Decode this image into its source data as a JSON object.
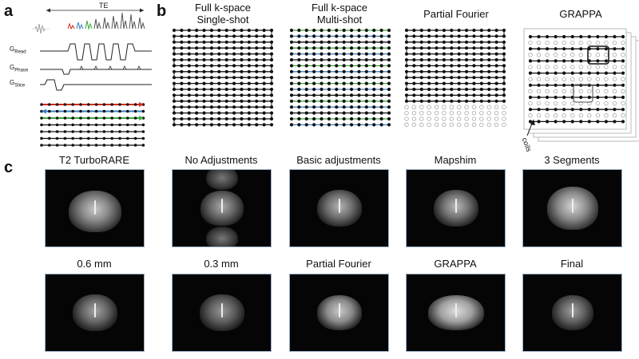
{
  "panels": {
    "a": "a",
    "b": "b",
    "c": "c"
  },
  "panel_a": {
    "te_label": "TE",
    "gradients": [
      {
        "main": "G",
        "sub": "Read"
      },
      {
        "main": "G",
        "sub": "Phase"
      },
      {
        "main": "G",
        "sub": "Slice"
      }
    ]
  },
  "panel_b": {
    "schemes": [
      {
        "line1": "Full k-space",
        "line2": "Single-shot"
      },
      {
        "line1": "Full k-space",
        "line2": "Multi-shot"
      },
      {
        "line1": "Partial Fourier",
        "line2": ""
      },
      {
        "line1": "GRAPPA",
        "line2": ""
      }
    ],
    "coils_label": "coils"
  },
  "panel_c": {
    "images": [
      {
        "label": "T2 TurboRARE"
      },
      {
        "label": "No Adjustments"
      },
      {
        "label": "Basic adjustments"
      },
      {
        "label": "Mapshim"
      },
      {
        "label": "3 Segments"
      },
      {
        "label": "0.6 mm"
      },
      {
        "label": "0.3 mm"
      },
      {
        "label": "Partial Fourier"
      },
      {
        "label": "GRAPPA"
      },
      {
        "label": "Final"
      }
    ]
  },
  "colors": {
    "red": "#d9261c",
    "blue": "#3a7fc4",
    "green": "#3aa83a",
    "frame": "#9ab1c8"
  }
}
